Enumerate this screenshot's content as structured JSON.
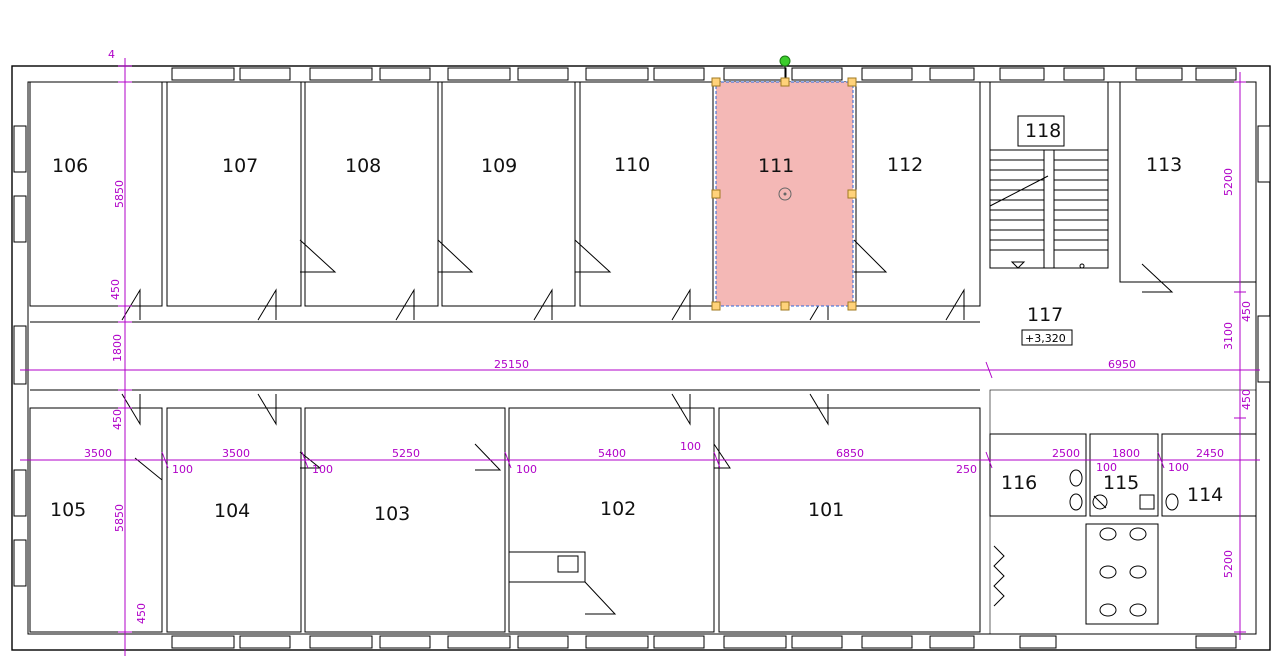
{
  "plan": {
    "rooms": [
      {
        "id": "106",
        "label": "106"
      },
      {
        "id": "107",
        "label": "107"
      },
      {
        "id": "108",
        "label": "108"
      },
      {
        "id": "109",
        "label": "109"
      },
      {
        "id": "110",
        "label": "110"
      },
      {
        "id": "111",
        "label": "111"
      },
      {
        "id": "112",
        "label": "112"
      },
      {
        "id": "113",
        "label": "113"
      },
      {
        "id": "118",
        "label": "118"
      },
      {
        "id": "117",
        "label": "117"
      },
      {
        "id": "105",
        "label": "105"
      },
      {
        "id": "104",
        "label": "104"
      },
      {
        "id": "103",
        "label": "103"
      },
      {
        "id": "102",
        "label": "102"
      },
      {
        "id": "101",
        "label": "101"
      },
      {
        "id": "116",
        "label": "116"
      },
      {
        "id": "115",
        "label": "115"
      },
      {
        "id": "114",
        "label": "114"
      }
    ],
    "level_mark": "+3,320",
    "selected_room": "111",
    "selected_fill": "#f4b8b6",
    "dimension_color": "#b000c8",
    "dimensions": {
      "d_top4": "4",
      "d_5850_top": "5850",
      "d_450_a": "450",
      "d_1800": "1800",
      "d_450_b": "450",
      "d_5850_bot": "5850",
      "d_450_c": "450",
      "d_25150": "25150",
      "d_6950": "6950",
      "d_3500_a": "3500",
      "d_3500_b": "3500",
      "d_5250": "5250",
      "d_5400": "5400",
      "d_6850": "6850",
      "d_100_a": "100",
      "d_100_b": "100",
      "d_100_c": "100",
      "d_100_d": "100",
      "d_250": "250",
      "d_2500": "2500",
      "d_1800_b": "1800",
      "d_100_e": "100",
      "d_100_f": "100",
      "d_2450": "2450",
      "d_5200_top": "5200",
      "d_450_r1": "450",
      "d_3100": "3100",
      "d_450_r2": "450",
      "d_5200_bot": "5200"
    }
  }
}
